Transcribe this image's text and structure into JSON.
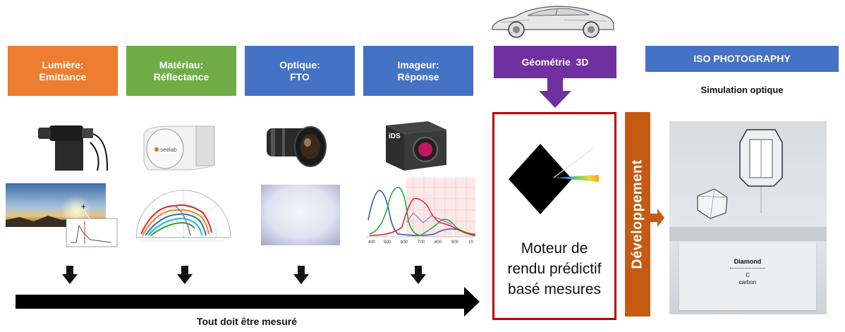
{
  "inputs": [
    {
      "label": "Lumière:\nEmittance",
      "color": "#ed7d31"
    },
    {
      "label": "Matériau:\nRéflectance",
      "color": "#70ad47"
    },
    {
      "label": "Optique:\nFTO",
      "color": "#4472c4"
    },
    {
      "label": "Imageur:\nRéponse",
      "color": "#4472c4"
    }
  ],
  "geometry": {
    "label": "Géométrie  3D",
    "color": "#7030a0"
  },
  "iso": {
    "title": "ISO PHOTOGRAPHY",
    "subtitle": "Simulation optique",
    "color": "#4472c4"
  },
  "engine": {
    "label": "Moteur de\nrendu prédictif\nbasé mesures",
    "border_color": "#c00000"
  },
  "development": {
    "label": "Développement",
    "color": "#c55a11"
  },
  "bottom": {
    "caption": "Tout doit être mesuré"
  },
  "devices": {
    "seelab_brand": "seelab",
    "ids_brand": "iDS"
  },
  "spectrum_axis": [
    "400",
    "500",
    "600",
    "700",
    "800",
    "900",
    "10"
  ],
  "diamond_card": {
    "title": "Diamond",
    "formula": "C",
    "name": "carbon"
  }
}
